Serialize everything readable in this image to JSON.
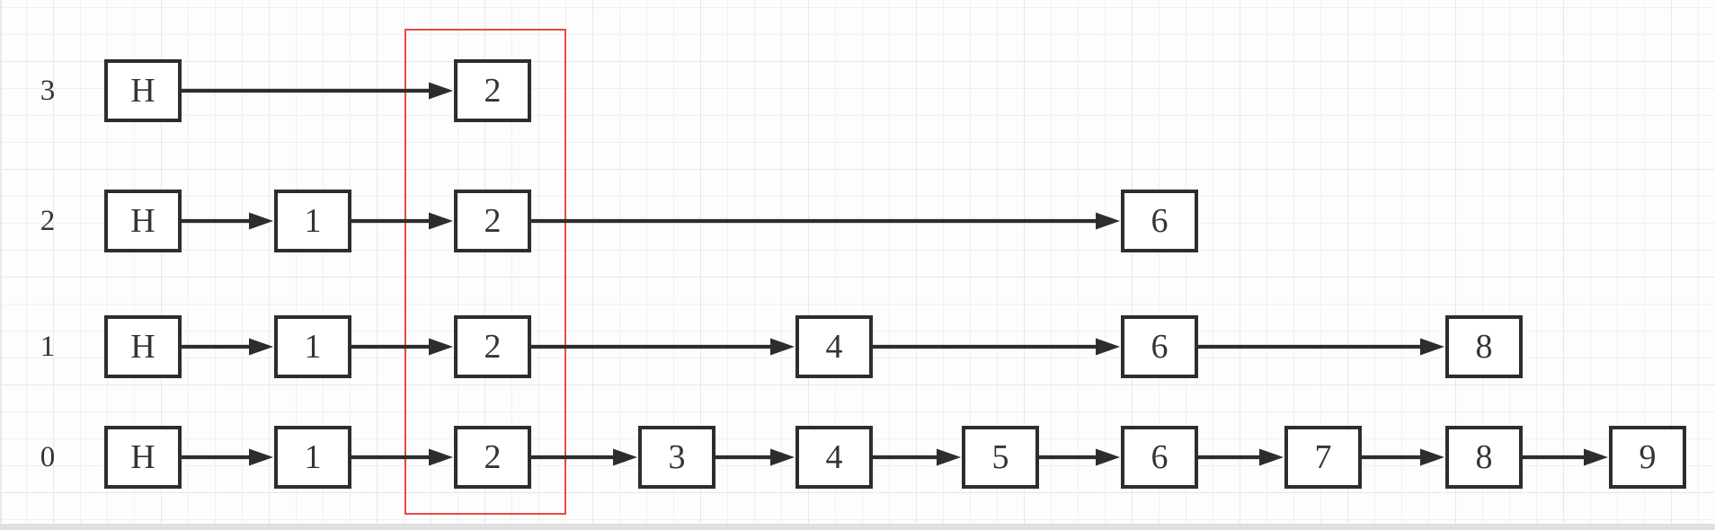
{
  "diagram": {
    "type": "skip-list",
    "levels": [
      {
        "label": "3",
        "nodes": [
          "H",
          "2"
        ]
      },
      {
        "label": "2",
        "nodes": [
          "H",
          "1",
          "2",
          "6"
        ]
      },
      {
        "label": "1",
        "nodes": [
          "H",
          "1",
          "2",
          "4",
          "6",
          "8"
        ]
      },
      {
        "label": "0",
        "nodes": [
          "H",
          "1",
          "2",
          "3",
          "4",
          "5",
          "6",
          "7",
          "8",
          "9"
        ]
      }
    ],
    "highlighted_column_value": "2",
    "colors": {
      "node_border": "#2d2d2d",
      "node_fill": "#ffffff",
      "arrow": "#2d2d2d",
      "text": "#343434",
      "highlight_stroke": "#e74c44",
      "canvas_background": "#fdfdfd",
      "grid_minor": "#f0f0f0",
      "grid_major": "#e7e7e7"
    }
  }
}
